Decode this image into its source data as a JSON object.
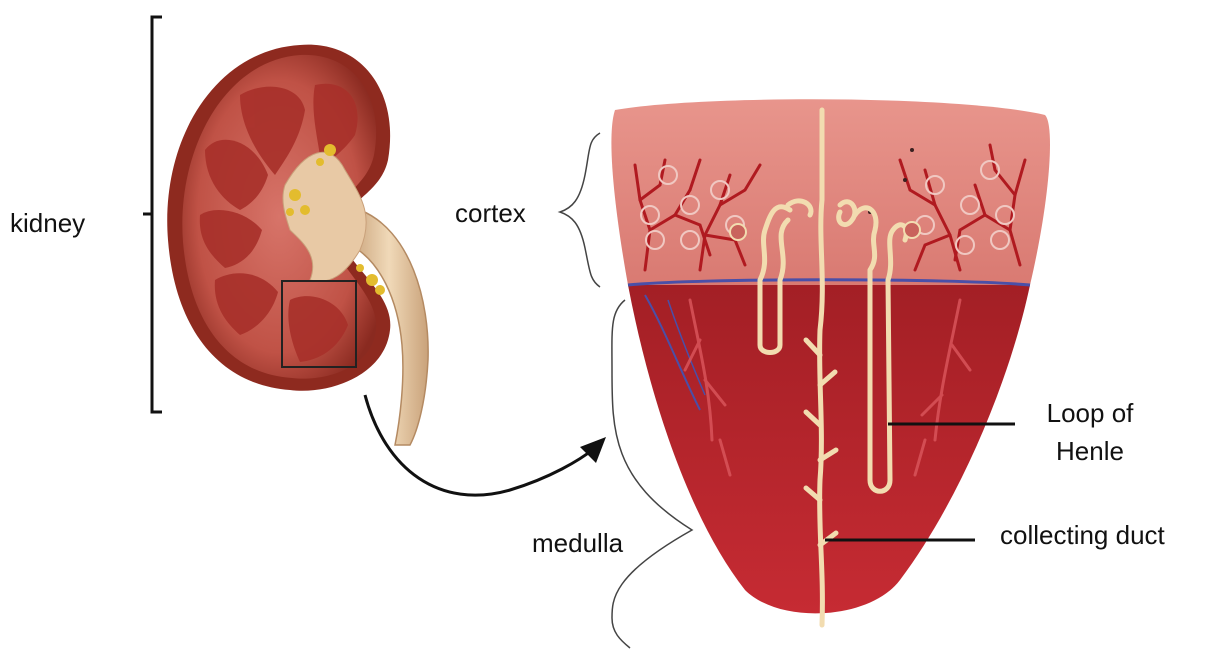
{
  "figure": {
    "labels": {
      "kidney": "kidney",
      "cortex": "cortex",
      "medulla": "medulla",
      "loop_of_henle_line1": "Loop of",
      "loop_of_henle_line2": "Henle",
      "collecting_duct": "collecting duct"
    },
    "colors": {
      "kidney_outer": "#8e2a1f",
      "kidney_inner": "#c75a4f",
      "pyramid": "#a52e2a",
      "pelvis": "#e8c9a5",
      "fat": "#e0b830",
      "cortex_fill": "#e38c84",
      "medulla_fill": "#b9262b",
      "vessel": "#b01a20",
      "tubule": "#f2dcb0",
      "boundary_vessel": "#4a4fa8"
    }
  }
}
